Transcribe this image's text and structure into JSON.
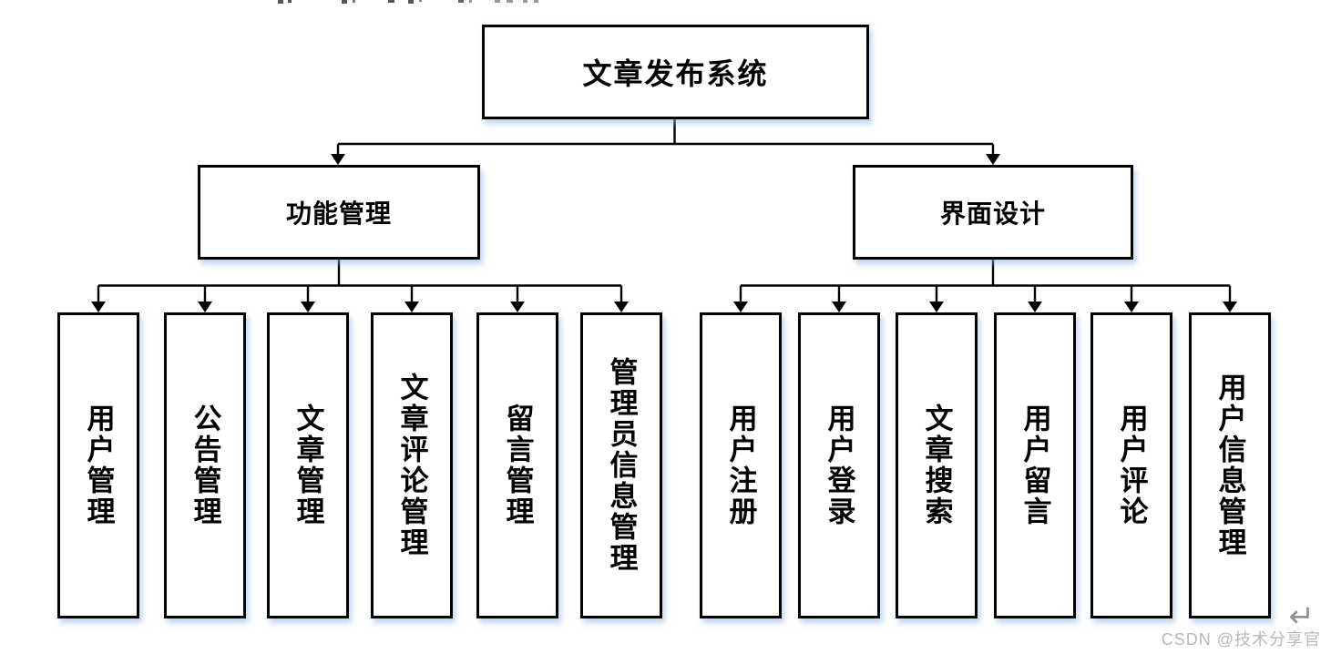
{
  "root": {
    "label": "文章发布系统"
  },
  "branches": [
    {
      "label": "功能管理",
      "children": [
        "用户管理",
        "公告管理",
        "文章管理",
        "文章评论管理",
        "留言管理",
        "管理员信息管理"
      ]
    },
    {
      "label": "界面设计",
      "children": [
        "用户注册",
        "用户登录",
        "文章搜索",
        "用户留言",
        "用户评论",
        "用户信息管理"
      ]
    }
  ],
  "watermark": {
    "text": "CSDN @技术分享官",
    "icon": "↵"
  },
  "colors": {
    "box_border": "#000000",
    "box_fill": "#ffffff",
    "box_shadow": "#8db3e2",
    "connector": "#000000",
    "watermark_text": "#b3b9bf",
    "watermark_icon": "#8f9499"
  }
}
